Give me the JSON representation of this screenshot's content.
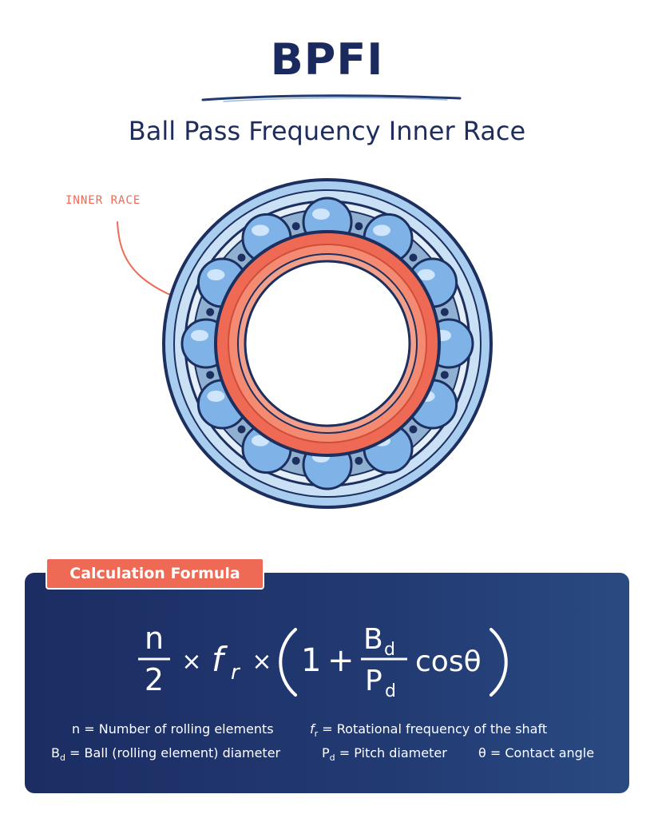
{
  "header": {
    "title": "BPFI",
    "subtitle": "Ball Pass Frequency Inner Race"
  },
  "diagram": {
    "label": "INNER RACE",
    "ball_count": 12,
    "colors": {
      "outer_ring": "#a9cdee",
      "outline": "#1c2f5e",
      "inner_race": "#ef6a55",
      "inner_race_face": "#f58a72",
      "ball": "#7fb3e8",
      "ball_highlight": "#cfe5fb",
      "cage": "#6a8fb8",
      "label": "#ef6a55"
    }
  },
  "formula": {
    "badge": "Calculation Formula",
    "numerator": "n",
    "denominator": "2",
    "times1": "×",
    "f": "f",
    "f_sub": "r",
    "times2": "×",
    "one": "1",
    "plus": "+",
    "bd": "B",
    "bd_sub": "d",
    "pd": "P",
    "pd_sub": "d",
    "cos": "cosθ"
  },
  "legend": {
    "n_def": "n = Number of rolling elements",
    "fr_sym": "f",
    "fr_sub": "r",
    "fr_def": " = Rotational frequency of the shaft",
    "bd_sym": "B",
    "bd_sub": "d",
    "bd_def": " = Ball (rolling element) diameter",
    "pd_sym": "P",
    "pd_sub": "d",
    "pd_def": " = Pitch diameter",
    "theta_def": "θ = Contact angle"
  }
}
